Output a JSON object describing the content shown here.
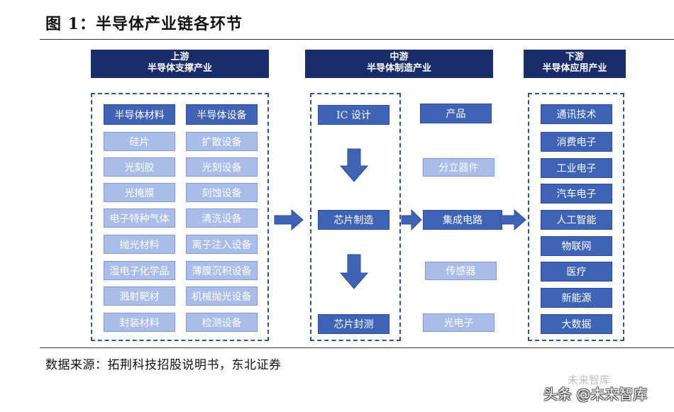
{
  "title": "图 1：半导体产业链各环节",
  "source": "数据来源：拓荆科技招股说明书，东北证券",
  "upstream": {
    "header": [
      "上游",
      "半导体支撑产业"
    ],
    "materials": [
      "半导体材料",
      "硅片",
      "光刻胶",
      "光掩膜",
      "电子特种气体",
      "抛光材料",
      "湿电子化学品",
      "溅射靶材",
      "封装材料"
    ],
    "equipment": [
      "半导体设备",
      "扩散设备",
      "光刻设备",
      "刻蚀设备",
      "清洗设备",
      "离子注入设备",
      "薄膜沉积设备",
      "机械抛光设备",
      "检测设备"
    ]
  },
  "midstream": {
    "header": [
      "中游",
      "半导体制造产业"
    ],
    "process": [
      "IC 设计",
      "芯片制造",
      "芯片封测"
    ],
    "products": [
      "产品",
      "分立器件",
      "集成电路",
      "传感器",
      "光电子"
    ]
  },
  "downstream": {
    "header": [
      "下游",
      "半导体应用产业"
    ],
    "apps": [
      "通讯技术",
      "消费电子",
      "工业电子",
      "汽车电子",
      "人工智能",
      "物联网",
      "医疗",
      "新能源",
      "大数据"
    ]
  },
  "watermark": {
    "top": "未来智库",
    "main": "头条 @未来智库"
  },
  "colors": {
    "header": "#1a2d6b",
    "dark_box": "#3f63b5",
    "light_box": "#a9bde8",
    "arrow": "#3f63b5"
  }
}
